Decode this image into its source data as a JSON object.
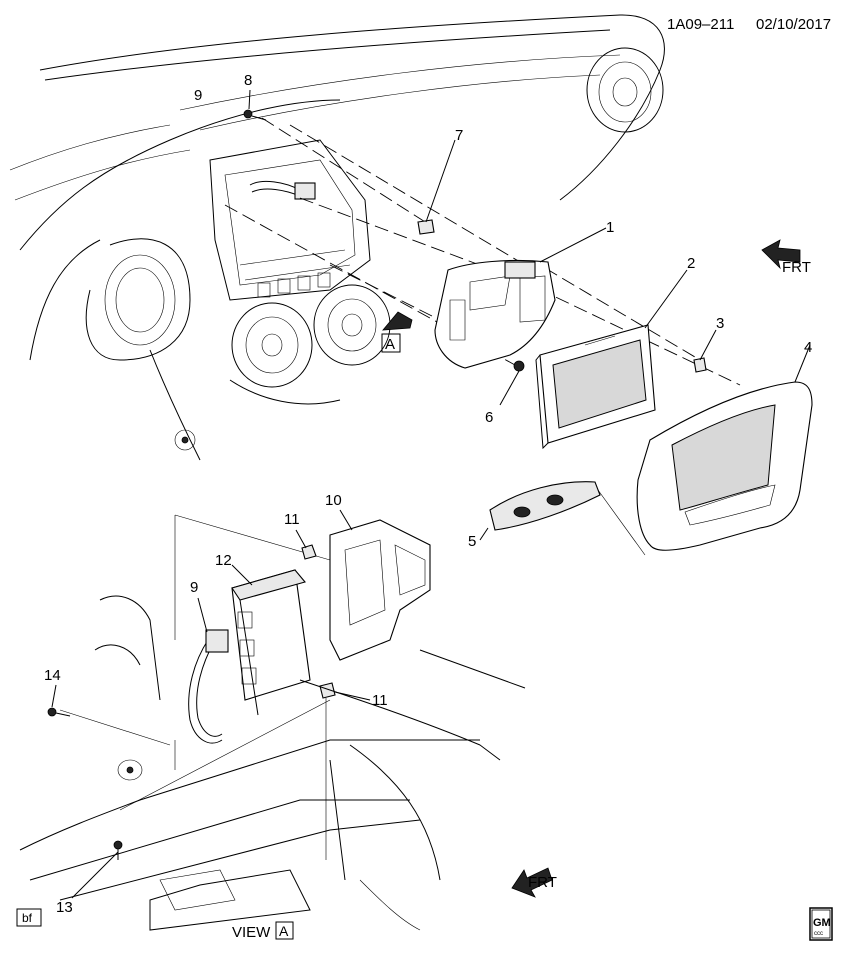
{
  "header": {
    "drawing_id": "1A09–211",
    "date": "02/10/2017"
  },
  "callouts": {
    "c1": "1",
    "c2": "2",
    "c3": "3",
    "c4": "4",
    "c5": "5",
    "c6": "6",
    "c7": "7",
    "c8": "8",
    "c9a": "9",
    "c9b": "9",
    "c10": "10",
    "c11a": "11",
    "c11b": "11",
    "c12": "12",
    "c13": "13",
    "c14": "14"
  },
  "arrows": {
    "front_label_top": "FRT",
    "front_label_bottom": "FRT",
    "view_marker": "A"
  },
  "footer": {
    "bf_label": "bf",
    "view_label": "VIEW",
    "view_letter": "A",
    "logo_top": "GM",
    "logo_bottom": "ccc"
  }
}
